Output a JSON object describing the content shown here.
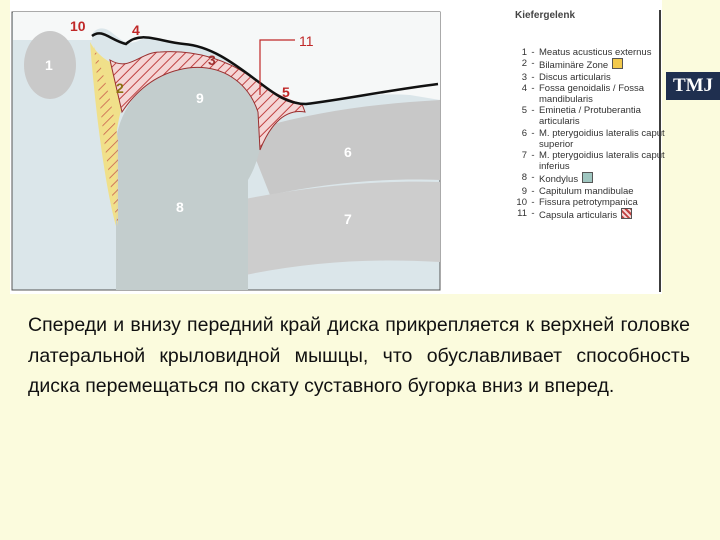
{
  "diagram": {
    "numbers": [
      "1",
      "2",
      "3",
      "4",
      "5",
      "6",
      "7",
      "8",
      "9",
      "10",
      "11"
    ]
  },
  "legend": {
    "title": "Kiefergelenk",
    "items": [
      {
        "num": "1",
        "text": "Meatus acusticus externus"
      },
      {
        "num": "2",
        "text": "Bilaminäre Zone",
        "swatch": "#f2c94c"
      },
      {
        "num": "3",
        "text": "Discus articularis"
      },
      {
        "num": "4",
        "text": "Fossa genoidalis / Fossa mandibularis"
      },
      {
        "num": "5",
        "text": "Eminetia / Protuberantia articularis"
      },
      {
        "num": "6",
        "text": "M. pterygoidius lateralis caput superior"
      },
      {
        "num": "7",
        "text": "M. pterygoidius lateralis caput inferius"
      },
      {
        "num": "8",
        "text": "Kondylus",
        "swatch": "#9fc6c0"
      },
      {
        "num": "9",
        "text": "Capitulum mandibulae"
      },
      {
        "num": "10",
        "text": "Fissura petrotympanica"
      },
      {
        "num": "11",
        "text": "Capsula articularis",
        "swatch": "#e06060"
      }
    ]
  },
  "badge": "TMJ",
  "paragraph": "Спереди и внизу передний край диска прикрепляется к верхней головке латеральной крыловидной мышцы, что обуславливает способность диска перемещаться по скату суставного бугорка вниз и вперед.",
  "colors": {
    "background": "#fbfbdd",
    "panel_bg": "#dbe6ea",
    "bone": "#cccccc",
    "condyle": "#c8d4d4",
    "bilaminar": "#f0e08a",
    "hatch": "#c04040",
    "label_red": "#c02828",
    "badge_bg": "#1f2f4f"
  }
}
